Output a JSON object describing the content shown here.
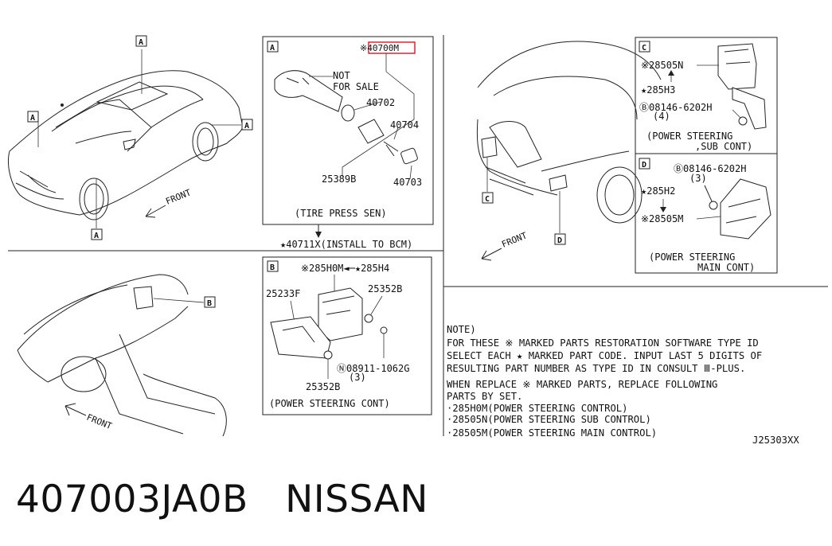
{
  "diagram_code": "J25303XX",
  "footer": {
    "part_number": "407003JA0B",
    "brand": "NISSAN"
  },
  "overview": {
    "callouts": [
      "A",
      "A",
      "A",
      "A"
    ],
    "front_label": "FRONT"
  },
  "box_a": {
    "tag": "A",
    "highlight_part": "※40700M",
    "not_for_sale": [
      "NOT",
      "FOR SALE"
    ],
    "parts": [
      "40702",
      "40704",
      "25389B",
      "40703"
    ],
    "caption": "(TIRE PRESS SEN)",
    "install_note": "★40711X(INSTALL TO BCM)"
  },
  "dash": {
    "callout": "B",
    "front_label": "FRONT"
  },
  "box_b": {
    "tag": "B",
    "header": "※285H0M◄─★285H4",
    "parts": [
      "25233F",
      "25352B",
      "25352B"
    ],
    "bolt": "Ⓝ08911-1062G",
    "qty": "(3)",
    "caption": "(POWER STEERING CONT)"
  },
  "front_view": {
    "callouts": [
      "C",
      "D"
    ],
    "front_label": "FRONT"
  },
  "box_c": {
    "tag": "C",
    "p1": "※28505N",
    "p2": "★285H3",
    "bolt": "Ⓑ08146-6202H",
    "qty": "(4)",
    "caption1": "(POWER STEERING",
    "caption2": ",SUB CONT)"
  },
  "box_d": {
    "tag": "D",
    "bolt": "Ⓑ08146-6202H",
    "qty": "(3)",
    "p1": "★285H2",
    "p2": "※28505M",
    "caption1": "(POWER STEERING",
    "caption2": "MAIN CONT)"
  },
  "note": {
    "lines": [
      "NOTE)",
      "FOR THESE ※ MARKED PARTS RESTORATION SOFTWARE TYPE ID",
      "SELECT EACH ★ MARKED PART CODE.  INPUT LAST 5 DIGITS OF",
      "RESULTING PART NUMBER AS TYPE ID IN CONSULT Ⅲ-PLUS.",
      "WHEN REPLACE ※ MARKED PARTS, REPLACE FOLLOWING",
      "PARTS BY SET.",
      "·285H0M(POWER STEERING CONTROL)",
      "·28505N(POWER STEERING SUB CONTROL)",
      "·28505M(POWER STEERING MAIN CONTROL)"
    ]
  },
  "colors": {
    "highlight": "#e0000f",
    "ink": "#111111"
  }
}
